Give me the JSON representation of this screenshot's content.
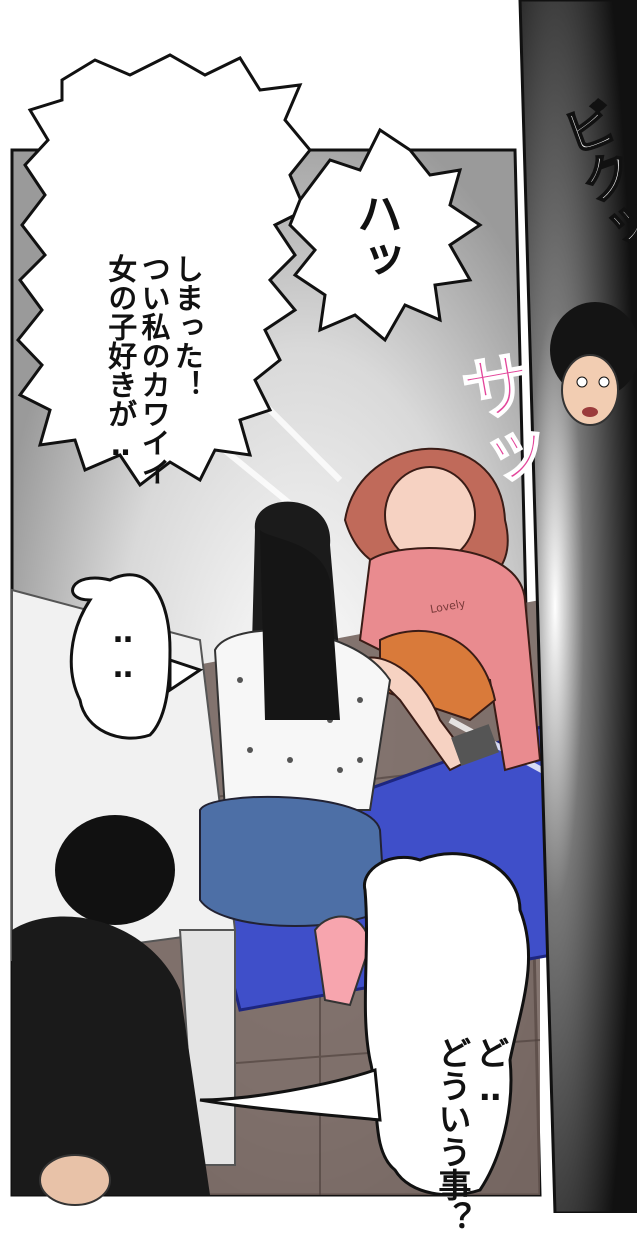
{
  "panel": {
    "speech_main": [
      "しまった！",
      "つい私のカワイイ",
      "女の子好きが‥"
    ],
    "speech_gasp": "ハッ",
    "speech_dots": "‥‥",
    "speech_question": [
      "ど‥",
      "どういう事？"
    ],
    "sfx_swoosh": "サッ",
    "sfx_shock": "ビクッ",
    "hoodie_text": "Lovely"
  },
  "colors": {
    "sfx_pink": "#e3469b",
    "hoodie": "#e98b8f",
    "floor_mat": "#3f4fc9",
    "hair_girl": "#c06a5a"
  }
}
